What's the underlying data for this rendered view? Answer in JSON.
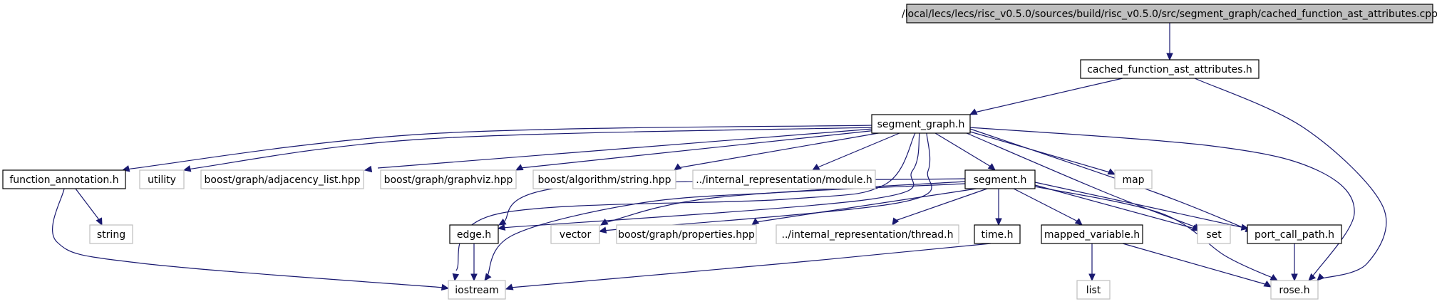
{
  "nodes": [
    {
      "id": "root",
      "label": "/local/lecs/lecs/risc_v0.5.0/sources/build/risc_v0.5.0/src/segment_graph/cached_function_ast_attributes.cpp",
      "kind": "root"
    },
    {
      "id": "cfaa",
      "label": "cached_function_ast_attributes.h",
      "kind": "internal"
    },
    {
      "id": "sg",
      "label": "segment_graph.h",
      "kind": "internal"
    },
    {
      "id": "fa",
      "label": "function_annotation.h",
      "kind": "internal"
    },
    {
      "id": "util",
      "label": "utility",
      "kind": "external"
    },
    {
      "id": "adj",
      "label": "boost/graph/adjacency_list.hpp",
      "kind": "external"
    },
    {
      "id": "gv",
      "label": "boost/graph/graphviz.hpp",
      "kind": "external"
    },
    {
      "id": "str_alg",
      "label": "boost/algorithm/string.hpp",
      "kind": "external"
    },
    {
      "id": "mod",
      "label": "../internal_representation/module.h",
      "kind": "external"
    },
    {
      "id": "seg",
      "label": "segment.h",
      "kind": "internal"
    },
    {
      "id": "map",
      "label": "map",
      "kind": "external"
    },
    {
      "id": "string",
      "label": "string",
      "kind": "external"
    },
    {
      "id": "edge",
      "label": "edge.h",
      "kind": "internal"
    },
    {
      "id": "vector",
      "label": "vector",
      "kind": "external"
    },
    {
      "id": "props",
      "label": "boost/graph/properties.hpp",
      "kind": "external"
    },
    {
      "id": "thread",
      "label": "../internal_representation/thread.h",
      "kind": "external"
    },
    {
      "id": "time",
      "label": "time.h",
      "kind": "internal"
    },
    {
      "id": "mv",
      "label": "mapped_variable.h",
      "kind": "internal"
    },
    {
      "id": "set",
      "label": "set",
      "kind": "external"
    },
    {
      "id": "pcp",
      "label": "port_call_path.h",
      "kind": "internal"
    },
    {
      "id": "iostream",
      "label": "iostream",
      "kind": "external"
    },
    {
      "id": "list",
      "label": "list",
      "kind": "external"
    },
    {
      "id": "rose",
      "label": "rose.h",
      "kind": "external"
    }
  ],
  "edges": [
    [
      "root",
      "cfaa"
    ],
    [
      "cfaa",
      "sg"
    ],
    [
      "cfaa",
      "rose"
    ],
    [
      "sg",
      "fa"
    ],
    [
      "sg",
      "util"
    ],
    [
      "sg",
      "adj"
    ],
    [
      "sg",
      "gv"
    ],
    [
      "sg",
      "str_alg"
    ],
    [
      "sg",
      "mod"
    ],
    [
      "sg",
      "seg"
    ],
    [
      "sg",
      "map"
    ],
    [
      "sg",
      "edge"
    ],
    [
      "sg",
      "vector"
    ],
    [
      "sg",
      "set"
    ],
    [
      "sg",
      "pcp"
    ],
    [
      "sg",
      "iostream"
    ],
    [
      "sg",
      "rose"
    ],
    [
      "fa",
      "string"
    ],
    [
      "fa",
      "iostream"
    ],
    [
      "seg",
      "edge"
    ],
    [
      "seg",
      "vector"
    ],
    [
      "seg",
      "props"
    ],
    [
      "seg",
      "thread"
    ],
    [
      "seg",
      "time"
    ],
    [
      "seg",
      "mv"
    ],
    [
      "seg",
      "set"
    ],
    [
      "seg",
      "pcp"
    ],
    [
      "seg",
      "iostream"
    ],
    [
      "seg",
      "rose"
    ],
    [
      "edge",
      "iostream"
    ],
    [
      "time",
      "iostream"
    ],
    [
      "mv",
      "list"
    ],
    [
      "mv",
      "rose"
    ],
    [
      "pcp",
      "rose"
    ]
  ],
  "colors": {
    "edge": "#191970",
    "root_fill": "#bfbfbf",
    "external_border": "#bfbfbf",
    "internal_border": "#000000"
  }
}
